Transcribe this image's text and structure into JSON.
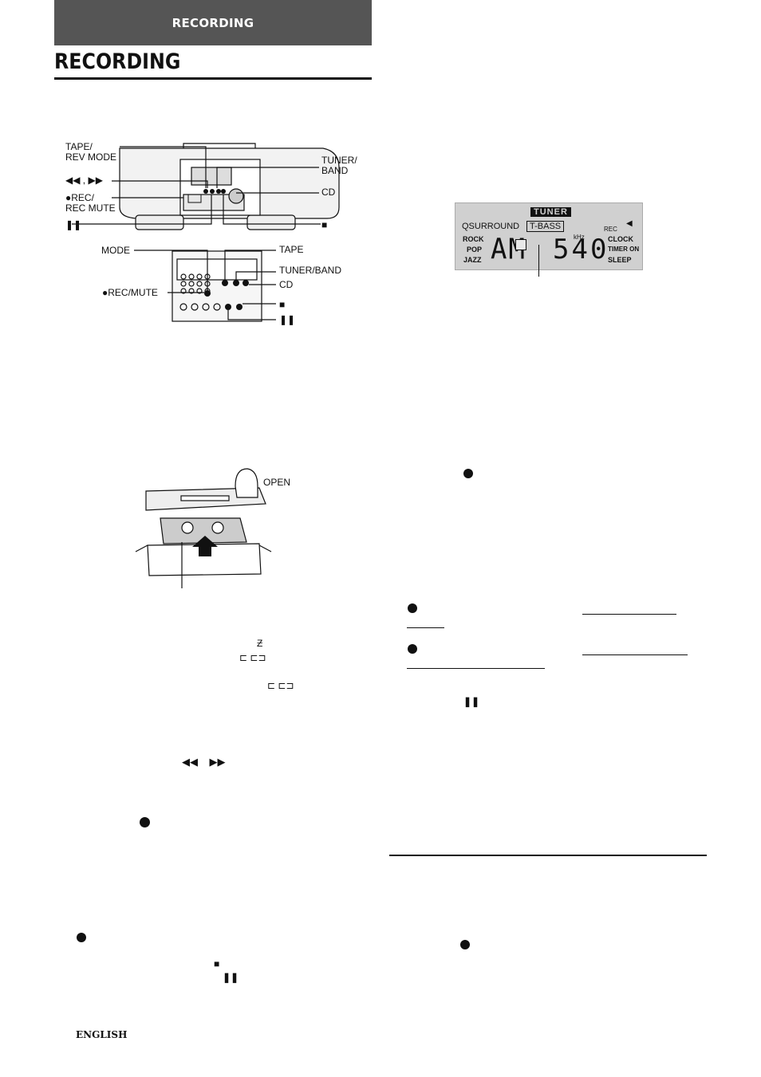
{
  "header": {
    "tab": "RECORDING",
    "title": "RECORDING"
  },
  "diagram_top": {
    "labels": {
      "tape_rev_mode": "TAPE/\nREV MODE",
      "rew_ff": "◀◀ , ▶▶",
      "rec": "●REC/\nREC MUTE",
      "pause": "❚❚",
      "tuner_band": "TUNER/\nBAND",
      "cd": "CD",
      "stop": "■"
    }
  },
  "diagram_remote": {
    "labels": {
      "mode": "MODE",
      "rec_mute": "●REC/MUTE",
      "tape": "TAPE",
      "tuner_band": "TUNER/BAND",
      "cd": "CD",
      "stop": "■",
      "pause": "❚❚"
    }
  },
  "diagram_cassette": {
    "open_label": "OPEN"
  },
  "lcd": {
    "tuner": "TUNER",
    "qsurround": "QSURROUND",
    "tbass": "T-BASS",
    "rock": "ROCK",
    "pop": "POP",
    "jazz": "JAZZ",
    "band": "AM",
    "freq": "540",
    "khz": "kHz",
    "rec": "REC",
    "clock": "CLOCK",
    "timer_on": "TIMER ON",
    "sleep": "SLEEP"
  },
  "footer": "ENGLISH"
}
